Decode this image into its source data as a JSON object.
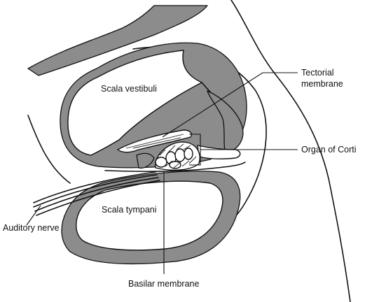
{
  "labels": {
    "scala_vestibuli": "Scala vestibuli",
    "tectorial_line1": "Tectorial",
    "tectorial_line2": "membrane",
    "organ_of_corti": "Organ of Corti",
    "scala_tympani": "Scala tympani",
    "auditory_nerve": "Auditory nerve",
    "basilar_membrane": "Basilar membrane"
  },
  "colors": {
    "ink": "#111111",
    "band_fill": "#8c8c8c",
    "paper": "#ffffff"
  }
}
